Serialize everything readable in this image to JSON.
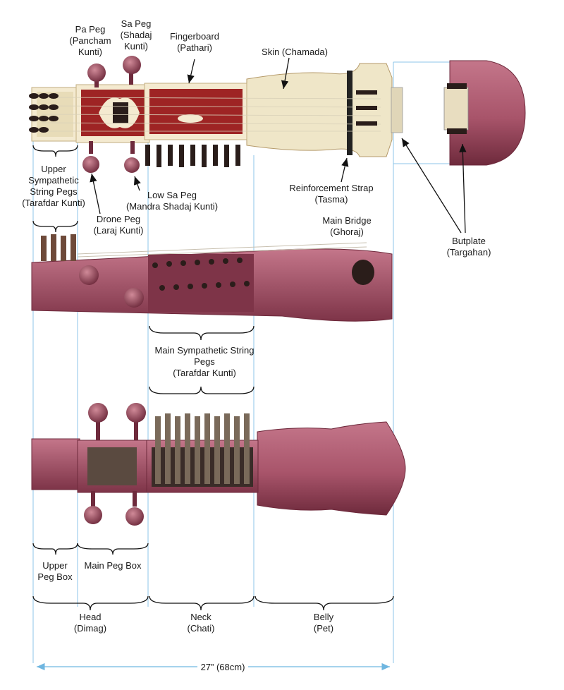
{
  "colors": {
    "wood": "#a8546a",
    "wood_dark": "#6e2a3c",
    "wood_light": "#c4768a",
    "skin": "#efe6c8",
    "inlay": "#f4ead0",
    "red_panel": "#9e2424",
    "peg": "#2a1d1a",
    "guide_line": "#8cc6e8"
  },
  "labels": {
    "pa_peg": [
      "Pa Peg",
      "(Pancham",
      "Kunti)"
    ],
    "sa_peg": [
      "Sa Peg",
      "(Shadaj",
      "Kunti)"
    ],
    "fingerboard": [
      "Fingerboard",
      "(Pathari)"
    ],
    "skin": [
      "Skin (Chamada)"
    ],
    "upper_sympathetic_pegs": [
      "Upper",
      "Sympathetic",
      "String Pegs",
      "(Tarafdar Kunti)"
    ],
    "drone_peg": [
      "Drone Peg",
      "(Laraj Kunti)"
    ],
    "low_sa_peg": [
      "Low Sa Peg",
      "(Mandra Shadaj Kunti)"
    ],
    "reinforcement_strap": [
      "Reinforcement Strap",
      "(Tasma)"
    ],
    "main_bridge": [
      "Main Bridge",
      "(Ghoraj)"
    ],
    "butplate": [
      "Butplate",
      "(Targahan)"
    ],
    "main_sympathetic_pegs": [
      "Main Sympathetic String",
      "Pegs",
      "(Tarafdar Kunti)"
    ],
    "upper_peg_box": [
      "Upper",
      "Peg Box"
    ],
    "main_peg_box": [
      "Main Peg Box"
    ],
    "head": [
      "Head",
      "(Dimag)"
    ],
    "neck": [
      "Neck",
      "(Chati)"
    ],
    "belly": [
      "Belly",
      "(Pet)"
    ]
  },
  "dimension": "27” (68cm)"
}
